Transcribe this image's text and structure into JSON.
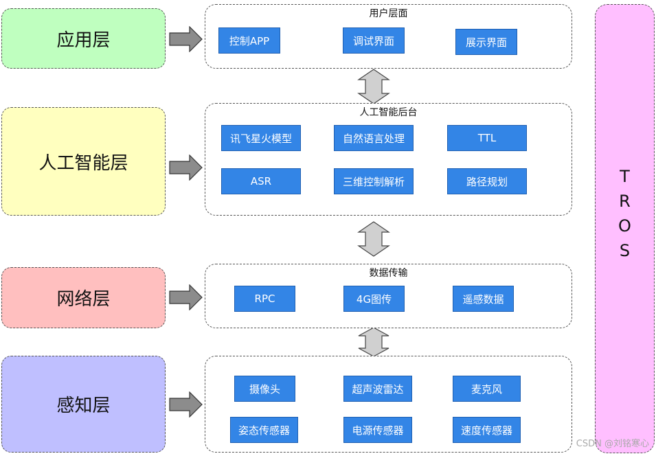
{
  "layers": {
    "application": "应用层",
    "ai": "人工智能层",
    "network": "网络层",
    "perception": "感知层"
  },
  "groups": {
    "user": {
      "title": "用户层面",
      "items": [
        "控制APP",
        "调试界面",
        "展示界面"
      ]
    },
    "ai": {
      "title": "人工智能后台",
      "items": [
        "讯飞星火模型",
        "自然语言处理",
        "TTL",
        "ASR",
        "三维控制解析",
        "路径规划"
      ]
    },
    "network": {
      "title": "数据传输",
      "items": [
        "RPC",
        "4G图传",
        "遥感数据"
      ]
    },
    "perception": {
      "items": [
        "摄像头",
        "超声波雷达",
        "麦克风",
        "姿态传感器",
        "电源传感器",
        "速度传感器"
      ]
    }
  },
  "tros": {
    "label": "TROS"
  },
  "watermark": "CSDN @刘铭寒心",
  "colors": {
    "application": "#bfffbf",
    "ai": "#ffffbf",
    "network": "#ffbfbf",
    "perception": "#bfbfff",
    "tros": "#ffbfff",
    "button": "#3385e6"
  }
}
